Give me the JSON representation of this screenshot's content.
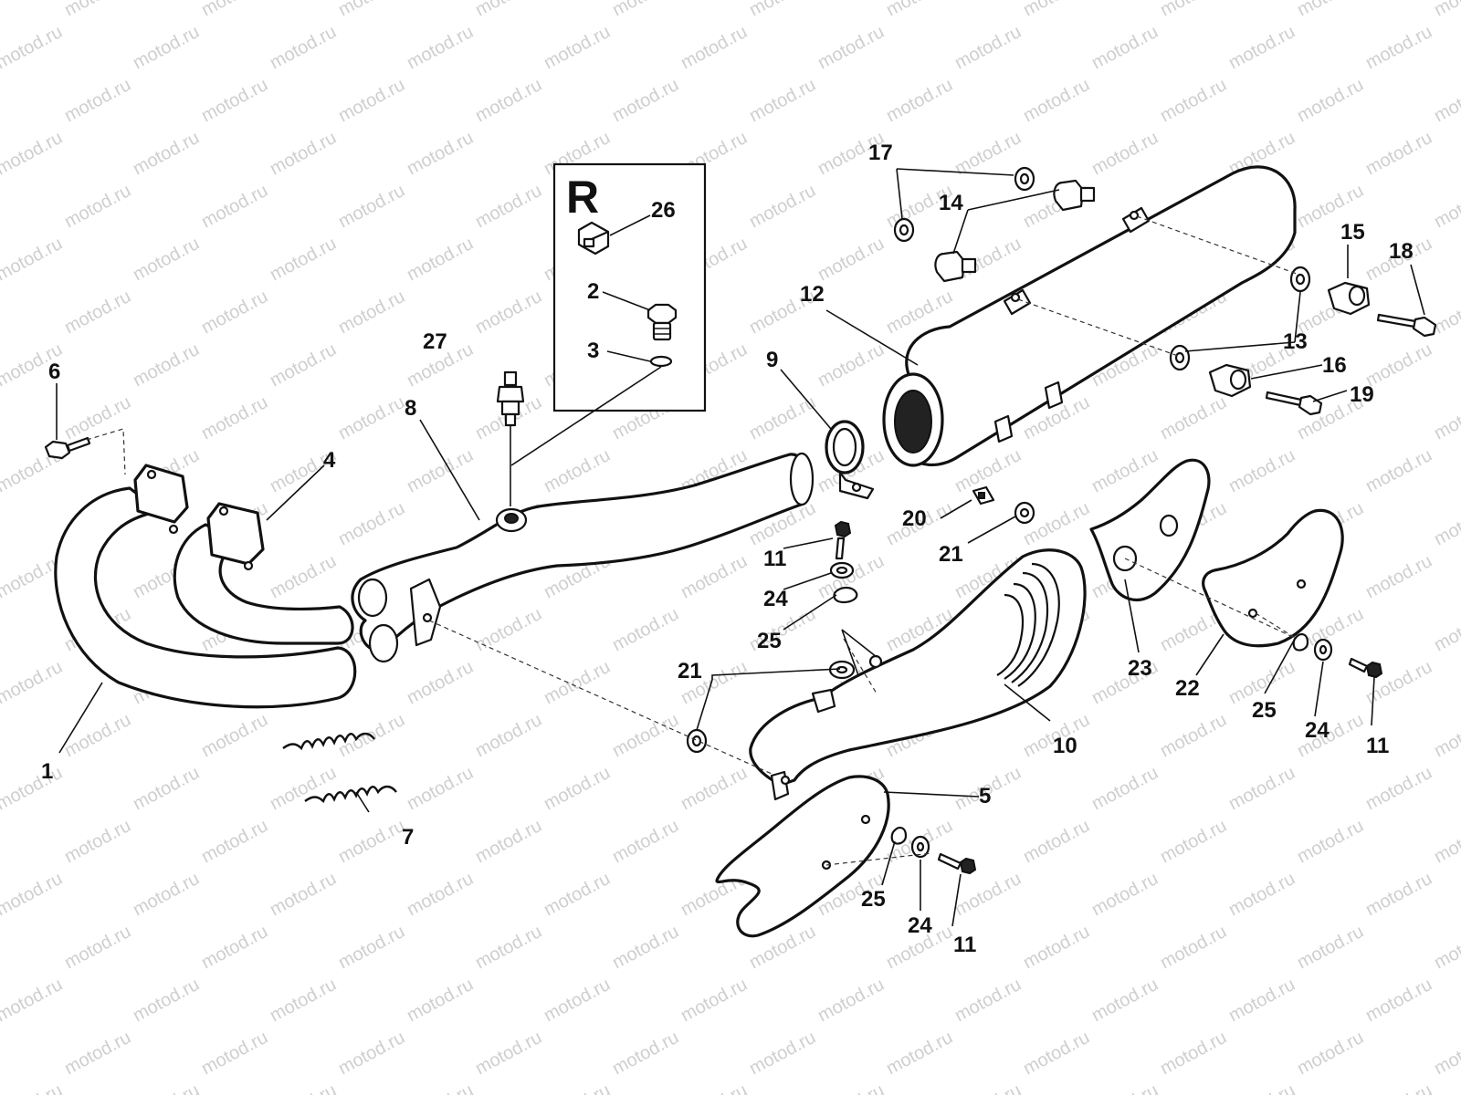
{
  "watermark": "motod.ru",
  "inset": {
    "letter": "R"
  },
  "callouts": {
    "n1": "1",
    "n2": "2",
    "n3": "3",
    "n4": "4",
    "n5": "5",
    "n6": "6",
    "n7": "7",
    "n8": "8",
    "n9": "9",
    "n10": "10",
    "n11": "11",
    "n12": "12",
    "n13": "13",
    "n14": "14",
    "n15": "15",
    "n16": "16",
    "n17": "17",
    "n18": "18",
    "n19": "19",
    "n20": "20",
    "n21": "21",
    "n22": "22",
    "n23": "23",
    "n24": "24",
    "n25": "25",
    "n26": "26",
    "n27": "27"
  }
}
